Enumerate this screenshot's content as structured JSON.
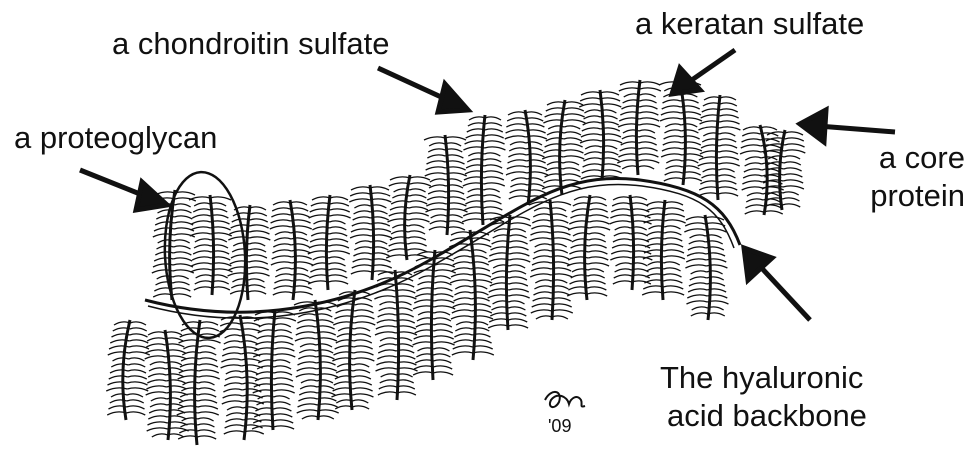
{
  "labels": {
    "chondroitin": "a chondroitin sulfate",
    "keratan": "a keratan sulfate",
    "proteoglycan": "a proteoglycan",
    "core_line1": "a core",
    "core_line2": "protein",
    "backbone_line1": "The hyaluronic",
    "backbone_line2": "acid backbone",
    "signature": "'09"
  },
  "colors": {
    "ink": "#111111",
    "background": "#ffffff"
  }
}
